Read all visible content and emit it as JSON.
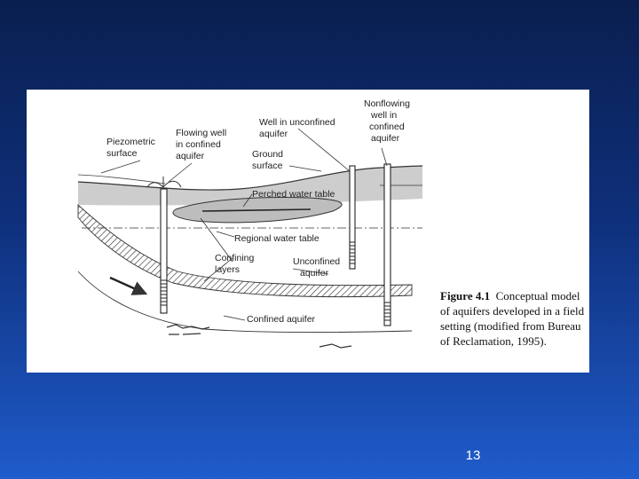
{
  "diagram": {
    "labels": {
      "piezometric_surface": [
        "Piezometric",
        "surface"
      ],
      "flowing_well": [
        "Flowing well",
        "in confined",
        "aquifer"
      ],
      "well_unconfined": [
        "Well in unconfined",
        "aquifer"
      ],
      "nonflowing_well": [
        "Nonflowing",
        "well in",
        "confined",
        "aquifer"
      ],
      "ground_surface": [
        "Ground",
        "surface"
      ],
      "perched_water_table": "Perched water table",
      "regional_water_table": "Regional water table",
      "confining_layers": [
        "Confining",
        "layers"
      ],
      "unconfined_aquifer": [
        "Unconfined",
        "aquifer"
      ],
      "confined_aquifer": "Confined aquifer"
    }
  },
  "caption": {
    "figure_number": "Figure 4.1",
    "text_first": "Conceptual model",
    "lines": [
      "of aquifers developed in a field",
      "setting (modified from Bureau",
      "of Reclamation, 1995)."
    ]
  },
  "slide_number": "13"
}
